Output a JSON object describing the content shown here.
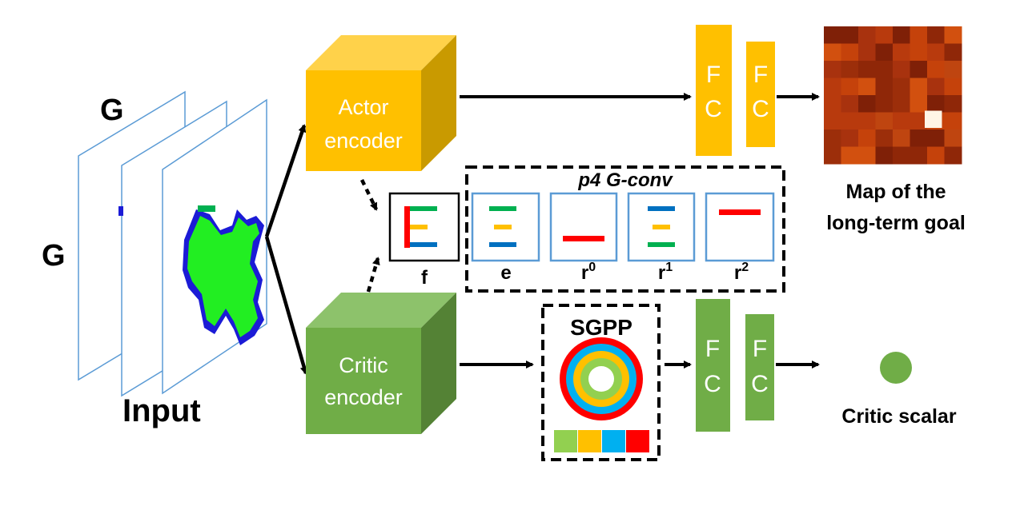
{
  "input": {
    "label": "Input",
    "g_top": "G",
    "g_left": "G"
  },
  "actor": {
    "line1": "Actor",
    "line2": "encoder",
    "fc1": "FC",
    "fc2": "FC",
    "output_line1": "Map of the",
    "output_line2": "long-term goal"
  },
  "critic": {
    "line1": "Critic",
    "line2": "encoder",
    "fc1": "FC",
    "fc2": "FC",
    "output": "Critic scalar"
  },
  "sgpp": {
    "title": "SGPP",
    "ring_colors": [
      "#ff0000",
      "#00b0f0",
      "#ffc000",
      "#92d050",
      "#ffffff"
    ],
    "bar_colors": [
      "#92d050",
      "#ffc000",
      "#00b0f0",
      "#ff0000"
    ]
  },
  "gconv": {
    "title": "p4 G-conv",
    "filters": [
      {
        "label": "f",
        "sup": ""
      },
      {
        "label": "e",
        "sup": ""
      },
      {
        "label": "r",
        "sup": "0"
      },
      {
        "label": "r",
        "sup": "1"
      },
      {
        "label": "r",
        "sup": "2"
      }
    ]
  },
  "colors": {
    "actor": "#ffc000",
    "actor_side": "#c99a00",
    "actor_top": "#ffd24a",
    "critic": "#70ad47",
    "critic_side": "#548235",
    "critic_top": "#8dc26b",
    "frame": "#5b9bd5",
    "red": "#ff0000",
    "green": "#00b050",
    "blue": "#0070c0",
    "yellow": "#ffc000"
  }
}
